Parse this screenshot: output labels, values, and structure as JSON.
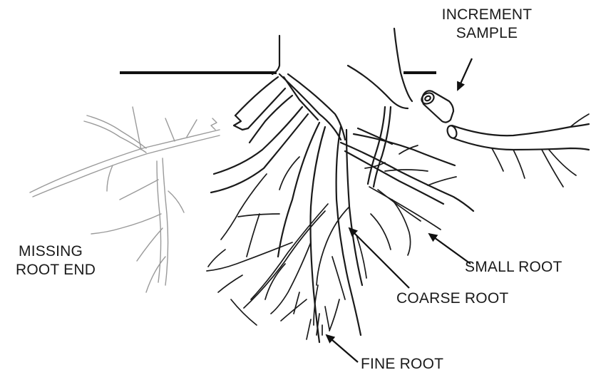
{
  "labels": {
    "increment_sample_line1": "INCREMENT",
    "increment_sample_line2": "SAMPLE",
    "missing_root_end_line1": "MISSING",
    "missing_root_end_line2": "ROOT END",
    "small_root": "SMALL ROOT",
    "coarse_root": "COARSE ROOT",
    "fine_root": "FINE ROOT"
  },
  "colors": {
    "ink": "#1a1a1a",
    "missing_root": "#9a9a9a",
    "background": "#ffffff"
  }
}
